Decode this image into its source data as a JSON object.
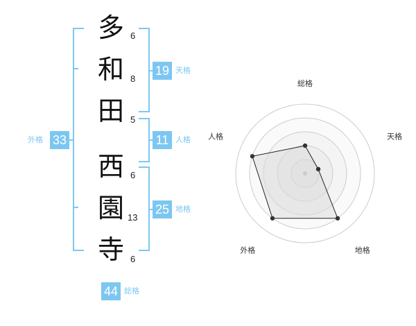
{
  "name": {
    "characters": [
      {
        "char": "多",
        "strokes": "6"
      },
      {
        "char": "和",
        "strokes": "8"
      },
      {
        "char": "田",
        "strokes": "5"
      },
      {
        "char": "西",
        "strokes": "6"
      },
      {
        "char": "園",
        "strokes": "13"
      },
      {
        "char": "寺",
        "strokes": "6"
      }
    ]
  },
  "scores": {
    "tenkaku": {
      "value": "19",
      "label": "天格"
    },
    "jinkaku": {
      "value": "11",
      "label": "人格"
    },
    "chikaku": {
      "value": "25",
      "label": "地格"
    },
    "gaikaku": {
      "value": "33",
      "label": "外格"
    },
    "soukaku": {
      "value": "44",
      "label": "総格"
    }
  },
  "chart_data": {
    "type": "radar",
    "axes": [
      "総格",
      "天格",
      "地格",
      "外格",
      "人格"
    ],
    "values": [
      2,
      1,
      4,
      4,
      4
    ],
    "rlim": [
      0,
      5
    ],
    "colors": {
      "fill": "#eeeeee",
      "stroke": "#222222",
      "grid": "#cccccc",
      "accent": "#7cc7f1"
    }
  }
}
